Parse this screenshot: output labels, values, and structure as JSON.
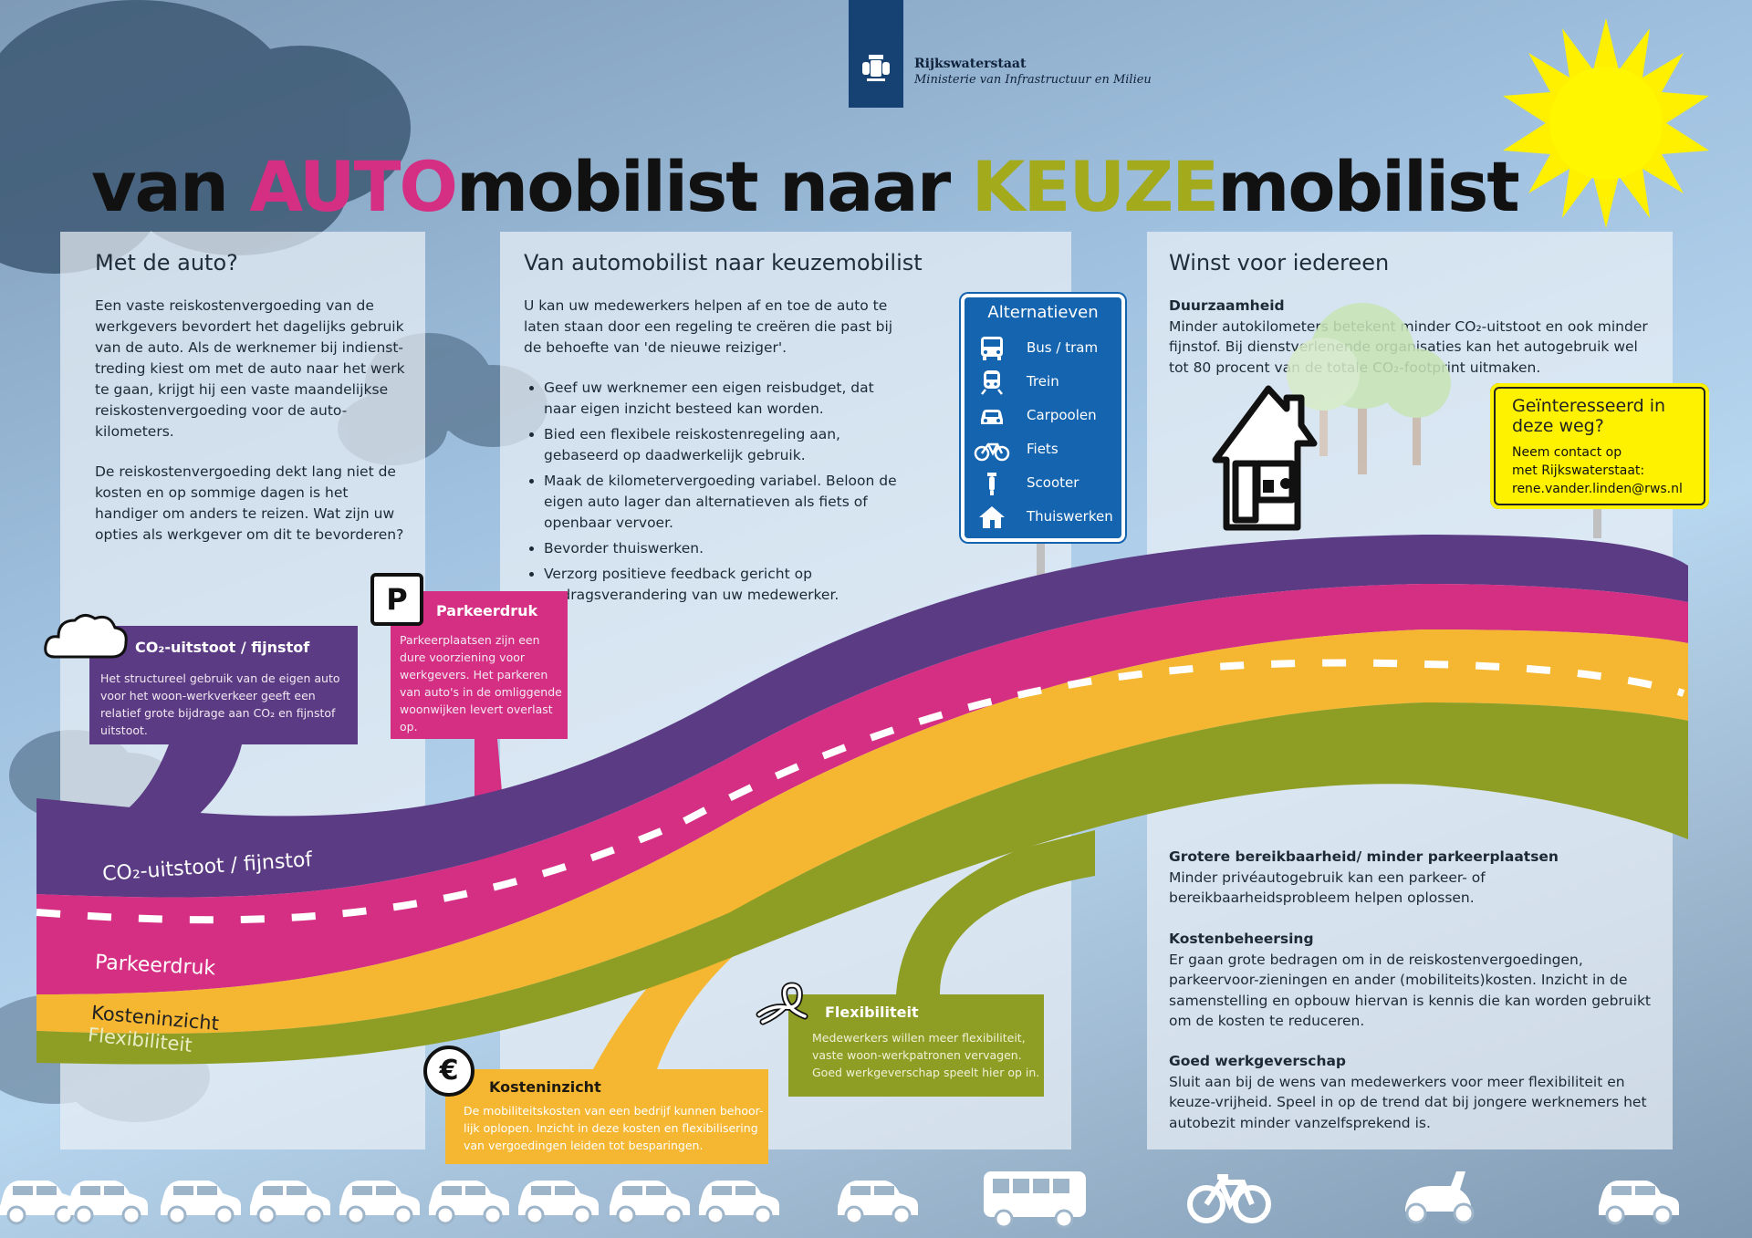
{
  "header": {
    "org": "Rijkswaterstaat",
    "ministry": "Ministerie van Infrastructuur en Milieu"
  },
  "title": {
    "part1": "van ",
    "part2": "AUTO",
    "part3": "mobilist naar ",
    "part4": "KEUZE",
    "part5": "mobilist"
  },
  "colors": {
    "auto": "#d52f83",
    "keuze": "#a3aa1c",
    "purple": "#5b3b83",
    "magenta": "#d52f83",
    "yellow": "#f5b731",
    "green": "#8e9e24",
    "sign_blue": "#1464b0",
    "contact_yellow": "#fff200"
  },
  "panel_left": {
    "title": "Met de auto?",
    "p1": "Een vaste reiskostenvergoeding van de werkgevers bevordert het dagelijks gebruik van de auto. Als de werknemer bij indienst-treding kiest om met de auto naar het werk te gaan, krijgt hij een vaste maandelijkse reiskostenvergoeding voor de auto-kilometers.",
    "p2": "De reiskostenvergoeding dekt lang niet de kosten en op sommige dagen is het handiger om anders te reizen. Wat zijn uw opties als werkgever om dit te bevorderen?"
  },
  "panel_mid": {
    "title": "Van automobilist naar keuzemobilist",
    "intro": "U kan uw medewerkers helpen af en toe de auto te laten staan door een regeling te creëren die past bij de behoefte van 'de nieuwe reiziger'.",
    "bullets": [
      "Geef uw werknemer een eigen reisbudget, dat naar eigen inzicht besteed kan worden.",
      "Bied een flexibele reiskostenregeling aan, gebaseerd op daadwerkelijk gebruik.",
      "Maak de kilometervergoeding variabel. Beloon de eigen auto lager dan alternatieven als fiets of openbaar vervoer.",
      "Bevorder thuiswerken.",
      "Verzorg positieve feedback gericht op gedragsverandering van uw medewerker."
    ]
  },
  "sign": {
    "title": "Alternatieven",
    "items": [
      {
        "label": "Bus / tram",
        "icon": "bus-icon"
      },
      {
        "label": "Trein",
        "icon": "train-icon"
      },
      {
        "label": "Carpoolen",
        "icon": "car-icon"
      },
      {
        "label": "Fiets",
        "icon": "bicycle-icon"
      },
      {
        "label": "Scooter",
        "icon": "scooter-icon"
      },
      {
        "label": "Thuiswerken",
        "icon": "home-icon"
      }
    ]
  },
  "panel_right": {
    "title": "Winst voor iedereen",
    "s1_h": "Duurzaamheid",
    "s1_t": "Minder autokilometers betekent minder CO₂-uitstoot en ook minder fijnstof. Bij dienstverlenende organisaties kan het autogebruik wel tot 80 procent van de totale CO₂-footprint uitmaken.",
    "s2_h": "Grotere bereikbaarheid/ minder parkeerplaatsen",
    "s2_t": "Minder privéautogebruik kan een parkeer- of bereikbaarheidsprobleem helpen oplossen.",
    "s3_h": "Kostenbeheersing",
    "s3_t": "Er gaan grote bedragen om in de reiskostenvergoedingen, parkeervoor-zieningen en ander (mobiliteits)kosten. Inzicht in de samenstelling en opbouw hiervan is kennis die kan worden gebruikt om de kosten te reduceren.",
    "s4_h": "Goed werkgeverschap",
    "s4_t": "Sluit aan bij de wens van medewerkers voor meer flexibiliteit en keuze-vrijheid. Speel in op de trend dat bij jongere werknemers het autobezit minder vanzelfsprekend is."
  },
  "contact": {
    "title": "Geïnteresseerd in deze weg?",
    "line1": "Neem contact op",
    "line2": "met Rijkswaterstaat:",
    "email": "rene.vander.linden@rws.nl"
  },
  "callouts": {
    "co2_title": "CO₂-uitstoot / fijnstof",
    "co2_text": "Het structureel gebruik van de eigen auto voor het woon-werkverkeer geeft een relatief grote bijdrage aan CO₂ en fijnstof uitstoot.",
    "park_symbol": "P",
    "park_title": "Parkeerdruk",
    "park_text": "Parkeerplaatsen zijn een dure voorziening voor werkgevers. Het parkeren van auto's in de omliggende woonwijken levert overlast op.",
    "kost_symbol": "€",
    "kost_title": "Kosteninzicht",
    "kost_text": "De mobiliteitskosten van een bedrijf kunnen behoor-lijk oplopen. Inzicht in deze kosten en flexibilisering van vergoedingen leiden tot besparingen.",
    "flex_title": "Flexibiliteit",
    "flex_text": "Medewerkers willen meer flexibiliteit, vaste woon-werkpatronen vervagen. Goed werkgeverschap speelt hier op in."
  },
  "road_labels": {
    "co2": "CO₂-uitstoot / fijnstof",
    "park": "Parkeerdruk",
    "kost": "Kosteninzicht",
    "flex": "Flexibiliteit"
  }
}
